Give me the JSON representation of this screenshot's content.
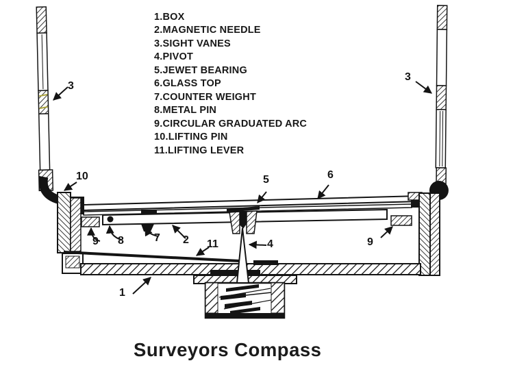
{
  "title": "Surveyors Compass",
  "legend": {
    "items": [
      "1.BOX",
      "2.MAGNETIC NEEDLE",
      "3.SIGHT VANES",
      "4.PIVOT",
      "5.JEWET BEARING",
      "6.GLASS TOP",
      "7.COUNTER WEIGHT",
      "8.METAL PIN",
      "9.CIRCULAR GRADUATED ARC",
      "10.LIFTING PIN",
      "11.LIFTING LEVER"
    ]
  },
  "callouts": [
    {
      "text": "3",
      "part": "sight-vane-left"
    },
    {
      "text": "10",
      "part": "lifting-pin"
    },
    {
      "text": "3",
      "part": "sight-vane-right"
    },
    {
      "text": "5",
      "part": "jewel-bearing"
    },
    {
      "text": "6",
      "part": "glass-top"
    },
    {
      "text": "9",
      "part": "graduated-arc-left"
    },
    {
      "text": "8",
      "part": "metal-pin"
    },
    {
      "text": "7",
      "part": "counter-weight"
    },
    {
      "text": "2",
      "part": "magnetic-needle"
    },
    {
      "text": "11",
      "part": "lifting-lever"
    },
    {
      "text": "4",
      "part": "pivot"
    },
    {
      "text": "9",
      "part": "graduated-arc-right"
    },
    {
      "text": "1",
      "part": "box"
    }
  ],
  "colors": {
    "ink": "#141414",
    "background": "#ffffff",
    "vane_streak": "#aca43c"
  }
}
